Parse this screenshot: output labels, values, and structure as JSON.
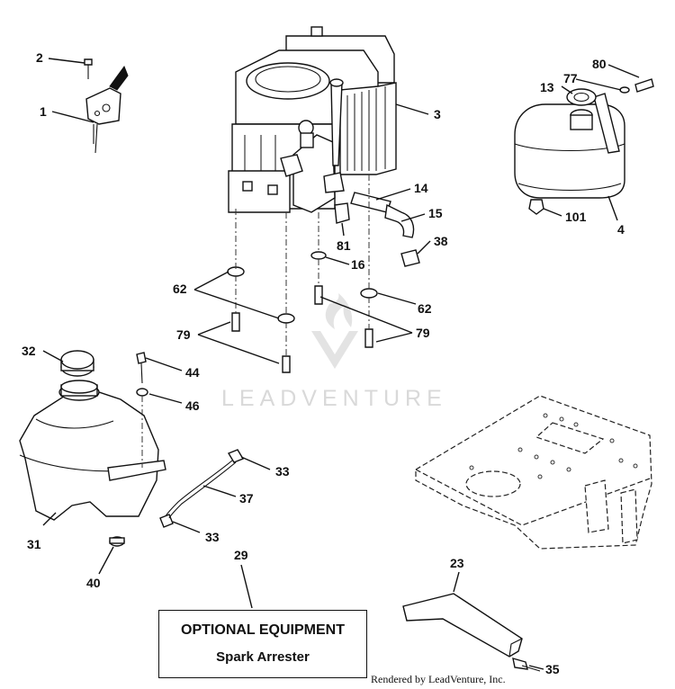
{
  "watermark": {
    "brand": "LEADVENTURE"
  },
  "callouts": {
    "c1": "1",
    "c2": "2",
    "c3": "3",
    "c4": "4",
    "c13": "13",
    "c14": "14",
    "c15": "15",
    "c16": "16",
    "c23": "23",
    "c29": "29",
    "c31": "31",
    "c32": "32",
    "c33a": "33",
    "c33b": "33",
    "c35": "35",
    "c37": "37",
    "c38": "38",
    "c40": "40",
    "c44": "44",
    "c46": "46",
    "c62a": "62",
    "c62b": "62",
    "c77": "77",
    "c79a": "79",
    "c79b": "79",
    "c80": "80",
    "c81": "81",
    "c101": "101"
  },
  "optional_box": {
    "title": "OPTIONAL EQUIPMENT",
    "subtitle": "Spark Arrester"
  },
  "footer": {
    "credit": "Rendered by LeadVenture, Inc."
  },
  "icons": [
    "leadventure-logo-icon"
  ]
}
